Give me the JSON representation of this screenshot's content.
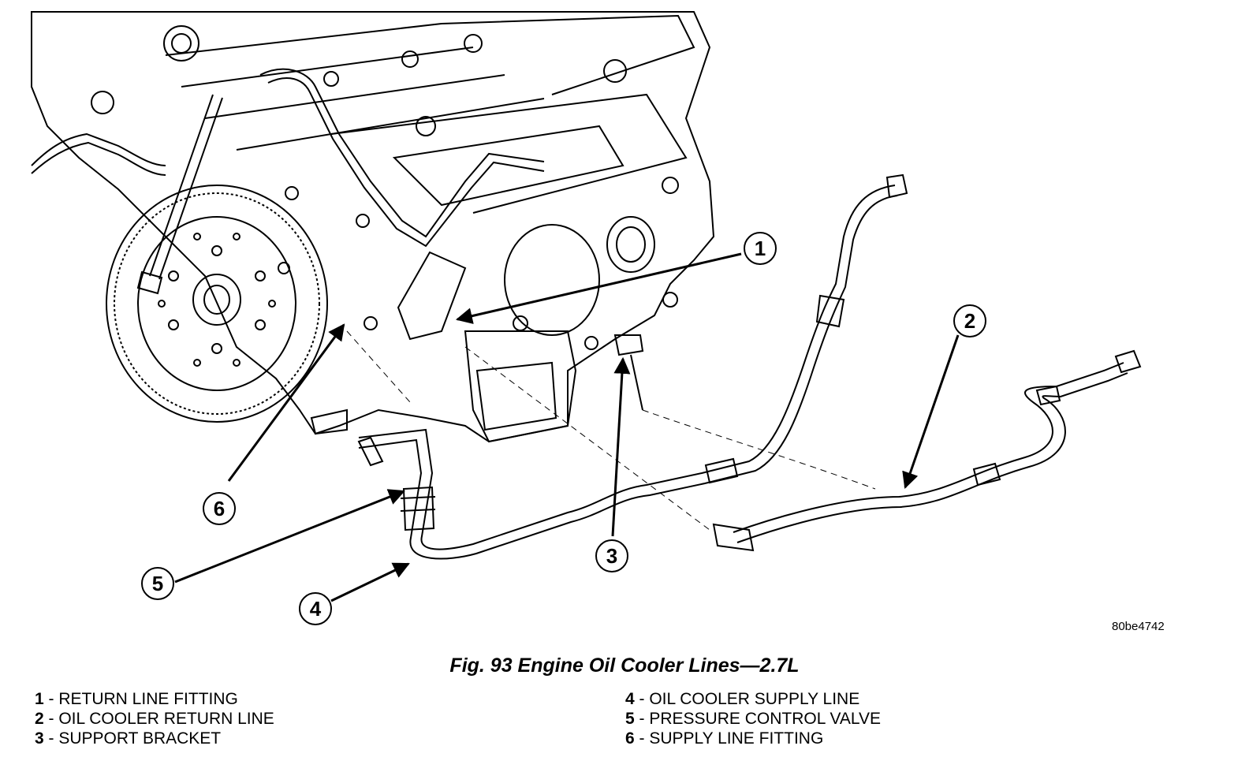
{
  "figure": {
    "caption": "Fig. 93 Engine Oil Cooler Lines—2.7L",
    "image_id": "80be4742"
  },
  "callouts": [
    "1",
    "2",
    "3",
    "4",
    "5",
    "6"
  ],
  "legend": {
    "left": [
      {
        "num": "1",
        "text": " - RETURN LINE FITTING"
      },
      {
        "num": "2",
        "text": " - OIL COOLER RETURN LINE"
      },
      {
        "num": "3",
        "text": " - SUPPORT BRACKET"
      }
    ],
    "right": [
      {
        "num": "4",
        "text": " - OIL COOLER SUPPLY LINE"
      },
      {
        "num": "5",
        "text": " - PRESSURE CONTROL VALVE"
      },
      {
        "num": "6",
        "text": " - SUPPLY LINE FITTING"
      }
    ]
  }
}
